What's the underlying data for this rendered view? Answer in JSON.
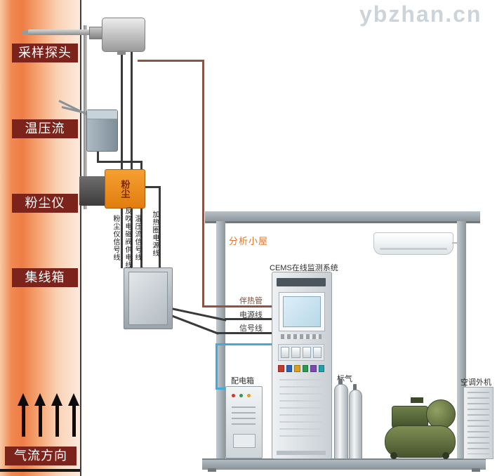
{
  "watermark": "ybzhan.cn",
  "stack": {
    "labels": {
      "sampling_probe": "采样探头",
      "temp_pressure_flow": "温压流",
      "dust_meter": "粉尘仪",
      "junction_box": "集线箱",
      "airflow_direction": "气流方向"
    },
    "dust_meter_device_text": "粉尘"
  },
  "cables": {
    "vertical_labels": [
      {
        "text": "粉尘仪信号线"
      },
      {
        "text": "反吹电磁阀供电线"
      },
      {
        "text": "温压流信号线"
      },
      {
        "text": "加热圈电源线"
      }
    ],
    "horizontal_labels": [
      {
        "text": "伴热管"
      },
      {
        "text": "电源线"
      },
      {
        "text": "信号线"
      }
    ]
  },
  "shelter": {
    "name": "分析小屋",
    "cems_title": "CEMS在线监测系统",
    "power_box_label": "配电箱",
    "standard_gas_label": "标气",
    "ac_outdoor_label": "空调外机"
  },
  "colors": {
    "chimney_orange": "#ee7d45",
    "label_background": "#7c241c",
    "heat_trace_wire": "#8a5544",
    "signal_wire": "#3a3a3a",
    "power_blue_wire": "#45a8d8",
    "structure_gray": "#8d979d",
    "shelter_name_orange": "#e0762a",
    "dust_meter_orange": "#ef8c1a"
  }
}
